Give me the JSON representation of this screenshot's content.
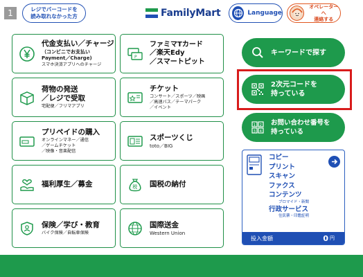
{
  "header": {
    "step_number": "1",
    "cant_read_label_line1": "レジでバーコードを",
    "cant_read_label_line2": "読み取れなかった方",
    "brand": "FamilyMart",
    "language_label": "Language",
    "operator_label_line1": "オペレーターへ",
    "operator_label_line2": "連絡する"
  },
  "tiles_left": [
    {
      "title": "代金支払い／チャージ",
      "subtitle": "（コンビニでお支払い\nPayment／Charge)",
      "note": "スマホ決済アプリへのチャージ",
      "icon": "yen-coin-icon"
    },
    {
      "title": "荷物の発送\n／レジで受取",
      "subtitle": "",
      "note": "宅配便／フリマアプリ",
      "icon": "package-icon"
    },
    {
      "title": "プリペイドの購入",
      "subtitle": "",
      "note": "オンラインマネー／通信\n／ゲームチケット\n／映像・音楽配信",
      "icon": "prepaid-card-icon"
    },
    {
      "title": "福利厚生／募金",
      "subtitle": "",
      "note": "",
      "icon": "heart-hand-icon"
    },
    {
      "title": "保険／学び・教育",
      "subtitle": "",
      "note": "バイク保険／自転車保険",
      "icon": "shield-people-icon"
    }
  ],
  "tiles_mid": [
    {
      "title": "ファミマTカード\n／楽天Edy\n／スマートピット",
      "subtitle": "",
      "note": "",
      "icon": "cards-icon"
    },
    {
      "title": "チケット",
      "subtitle": "",
      "note": "コンサート／スポーツ／映画\n／高速バス／テーマパーク\n／イベント",
      "icon": "ticket-icon"
    },
    {
      "title": "スポーツくじ",
      "subtitle": "",
      "note": "toto／BIG",
      "icon": "lottery-ticket-icon"
    },
    {
      "title": "国税の納付",
      "subtitle": "",
      "note": "",
      "icon": "tax-bag-icon"
    },
    {
      "title": "国際送金",
      "subtitle": "",
      "note": "Western Union",
      "icon": "globe-transfer-icon"
    }
  ],
  "right_buttons": {
    "keyword_search": "キーワードで探す",
    "qr_code": "2次元コードを\n持っている",
    "inquiry_number": "お問い合わせ番号を\n持っている"
  },
  "services_box": {
    "items": [
      "コピー",
      "プリント",
      "スキャン",
      "ファクス",
      "コンテンツ",
      "行政サービス"
    ],
    "content_small": "ブロマイド・新聞",
    "admin_small": "住民票・印鑑証明",
    "amount_label": "投入金額",
    "amount_value": "0",
    "amount_unit": "円"
  },
  "colors": {
    "primary_green": "#1e9a4c",
    "brand_blue": "#1f4fb4",
    "highlight_red": "#d81b1b",
    "operator_orange": "#e0551e"
  }
}
